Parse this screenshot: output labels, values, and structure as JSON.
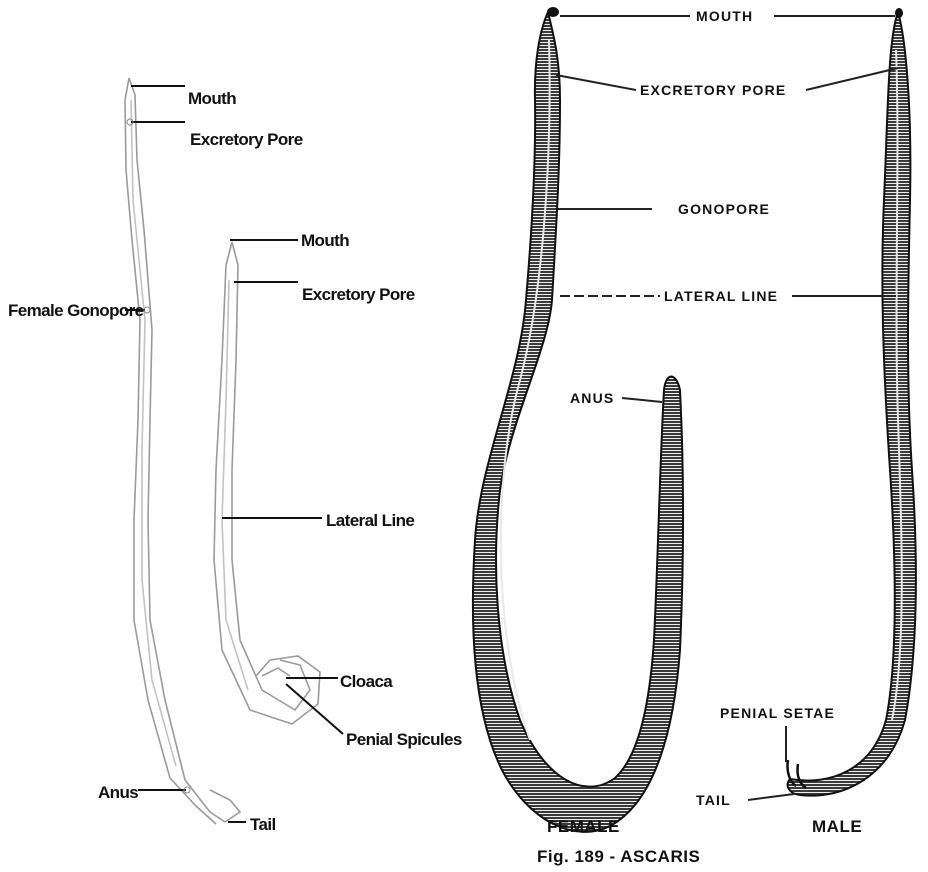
{
  "left_diagram": {
    "female_labels": {
      "mouth": "Mouth",
      "excretory_pore": "Excretory Pore",
      "gonopore": "Female Gonopore",
      "anus": "Anus",
      "tail": "Tail"
    },
    "male_labels": {
      "mouth": "Mouth",
      "excretory_pore": "Excretory Pore",
      "lateral_line": "Lateral Line",
      "cloaca": "Cloaca",
      "penial_spicules": "Penial Spicules"
    }
  },
  "right_diagram": {
    "labels": {
      "mouth": "MOUTH",
      "excretory_pore": "EXCRETORY PORE",
      "gonopore": "GONOPORE",
      "lateral_line": "LATERAL LINE",
      "anus": "ANUS",
      "penial_setae": "PENIAL SETAE",
      "tail": "TAIL"
    },
    "female_caption": "FEMALE",
    "male_caption": "MALE",
    "figure_caption": "Fig. 189 - ASCARIS"
  },
  "colors": {
    "worm_body": "#3a3a3a",
    "worm_light": "#f4f4f4",
    "sketch_line": "#9a9a9a"
  }
}
